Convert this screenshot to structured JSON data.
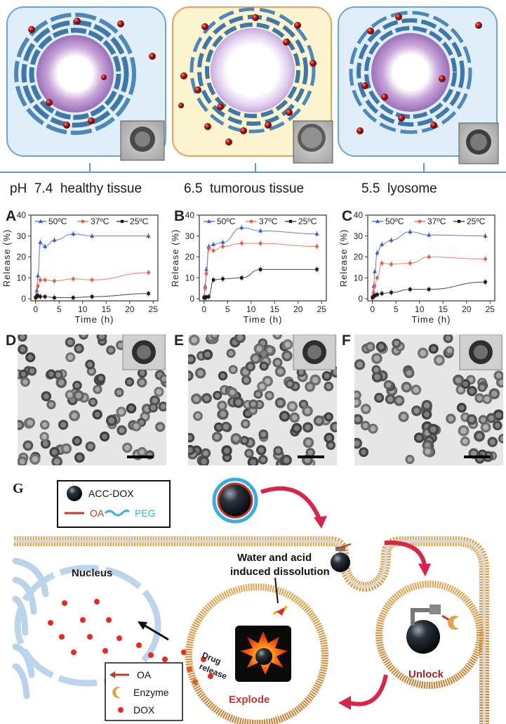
{
  "top_row": {
    "captions": [
      {
        "ph": "pH",
        "value": "7.4",
        "label": "healthy tissue"
      },
      {
        "value": "6.5",
        "label": "tumorous tissue"
      },
      {
        "value": "5.5",
        "label": "lyosome"
      }
    ]
  },
  "panel_labels": [
    "A",
    "B",
    "C",
    "D",
    "E",
    "F",
    "G"
  ],
  "chart_data": [
    {
      "type": "line",
      "panel": "A",
      "xlabel": "Time (h)",
      "ylabel": "Release (%)",
      "xlim": [
        -1,
        26
      ],
      "ylim": [
        -1,
        40
      ],
      "xticks": [
        0,
        5,
        10,
        15,
        20,
        25
      ],
      "yticks": [
        0,
        10,
        20,
        30,
        40
      ],
      "legend_position": "top",
      "series": [
        {
          "name": "50ºC",
          "color": "#3a58d6",
          "marker": "triangle",
          "x": [
            0,
            0.25,
            0.5,
            1,
            2,
            4,
            8,
            12,
            24
          ],
          "y": [
            1,
            4,
            11,
            27,
            25,
            28,
            31,
            30,
            30
          ]
        },
        {
          "name": "37ºC",
          "color": "#e8604c",
          "marker": "circle",
          "x": [
            0,
            0.25,
            0.5,
            1,
            2,
            4,
            8,
            12,
            24
          ],
          "y": [
            1,
            2,
            6,
            9,
            9,
            8.5,
            9.5,
            9,
            12.5
          ]
        },
        {
          "name": "25ºC",
          "color": "#1a1a1a",
          "marker": "square",
          "x": [
            0,
            0.25,
            0.5,
            1,
            2,
            4,
            8,
            12,
            24
          ],
          "y": [
            0.5,
            1,
            1.5,
            1,
            1,
            0.5,
            0.5,
            1,
            2.5
          ]
        }
      ]
    },
    {
      "type": "line",
      "panel": "B",
      "xlabel": "Time (h)",
      "ylabel": "Release (%)",
      "xlim": [
        -1,
        26
      ],
      "ylim": [
        -1,
        40
      ],
      "xticks": [
        0,
        5,
        10,
        15,
        20,
        25
      ],
      "yticks": [
        0,
        10,
        20,
        30,
        40
      ],
      "legend_position": "top",
      "series": [
        {
          "name": "50ºC",
          "color": "#3a58d6",
          "marker": "triangle",
          "x": [
            0,
            0.25,
            0.5,
            1,
            2,
            4,
            8,
            12,
            24
          ],
          "y": [
            1,
            6,
            14,
            25,
            26,
            27,
            34,
            32.5,
            31
          ]
        },
        {
          "name": "37ºC",
          "color": "#e8604c",
          "marker": "circle",
          "x": [
            0,
            0.25,
            0.5,
            1,
            2,
            4,
            8,
            12,
            24
          ],
          "y": [
            1,
            5,
            12,
            24,
            23,
            25,
            26.5,
            26.5,
            25
          ]
        },
        {
          "name": "25ºC",
          "color": "#1a1a1a",
          "marker": "square",
          "x": [
            0,
            0.25,
            0.5,
            1,
            2,
            4,
            8,
            12,
            24
          ],
          "y": [
            0.5,
            0.5,
            0.8,
            1,
            9,
            9.5,
            10,
            14,
            14
          ]
        }
      ]
    },
    {
      "type": "line",
      "panel": "C",
      "xlabel": "Time (h)",
      "ylabel": "Release (%)",
      "xlim": [
        -1,
        26
      ],
      "ylim": [
        -1,
        40
      ],
      "xticks": [
        0,
        5,
        10,
        15,
        20,
        25
      ],
      "yticks": [
        0,
        10,
        20,
        30,
        40
      ],
      "legend_position": "top",
      "series": [
        {
          "name": "50ºC",
          "color": "#3a58d6",
          "marker": "triangle",
          "x": [
            0,
            0.25,
            0.5,
            1,
            2,
            4,
            8,
            12,
            24
          ],
          "y": [
            1,
            6,
            13,
            22,
            26,
            28,
            32,
            30.5,
            30
          ]
        },
        {
          "name": "37ºC",
          "color": "#e8604c",
          "marker": "circle",
          "x": [
            0,
            0.25,
            0.5,
            1,
            2,
            4,
            8,
            12,
            24
          ],
          "y": [
            1,
            3,
            6,
            10,
            17,
            16.5,
            17,
            20,
            19
          ]
        },
        {
          "name": "25ºC",
          "color": "#1a1a1a",
          "marker": "square",
          "x": [
            0,
            0.25,
            0.5,
            1,
            2,
            4,
            8,
            12,
            24
          ],
          "y": [
            0.5,
            1,
            1.5,
            2,
            2.5,
            3,
            4.5,
            4.5,
            8
          ]
        }
      ]
    }
  ],
  "scheme": {
    "legend_items": {
      "particle": "ACC-DOX",
      "oa": "OA",
      "peg": "PEG"
    },
    "bottom_legend": {
      "oa": "OA",
      "enzyme": "Enzyme",
      "dox": "DOX"
    },
    "labels": {
      "nucleus": "Nucleus",
      "dissolution_line1": "Water and acid",
      "dissolution_line2": "induced dissolution",
      "drug_release_line1": "Drug",
      "drug_release_line2": "release",
      "explode": "Explode",
      "unlock": "Unlock"
    },
    "colors": {
      "oa": "#c0392b",
      "peg": "#3aaee0",
      "dox": "#e52a20",
      "explode": "#c0392b",
      "unlock": "#a5262a",
      "arrow": "#d9254a"
    }
  }
}
